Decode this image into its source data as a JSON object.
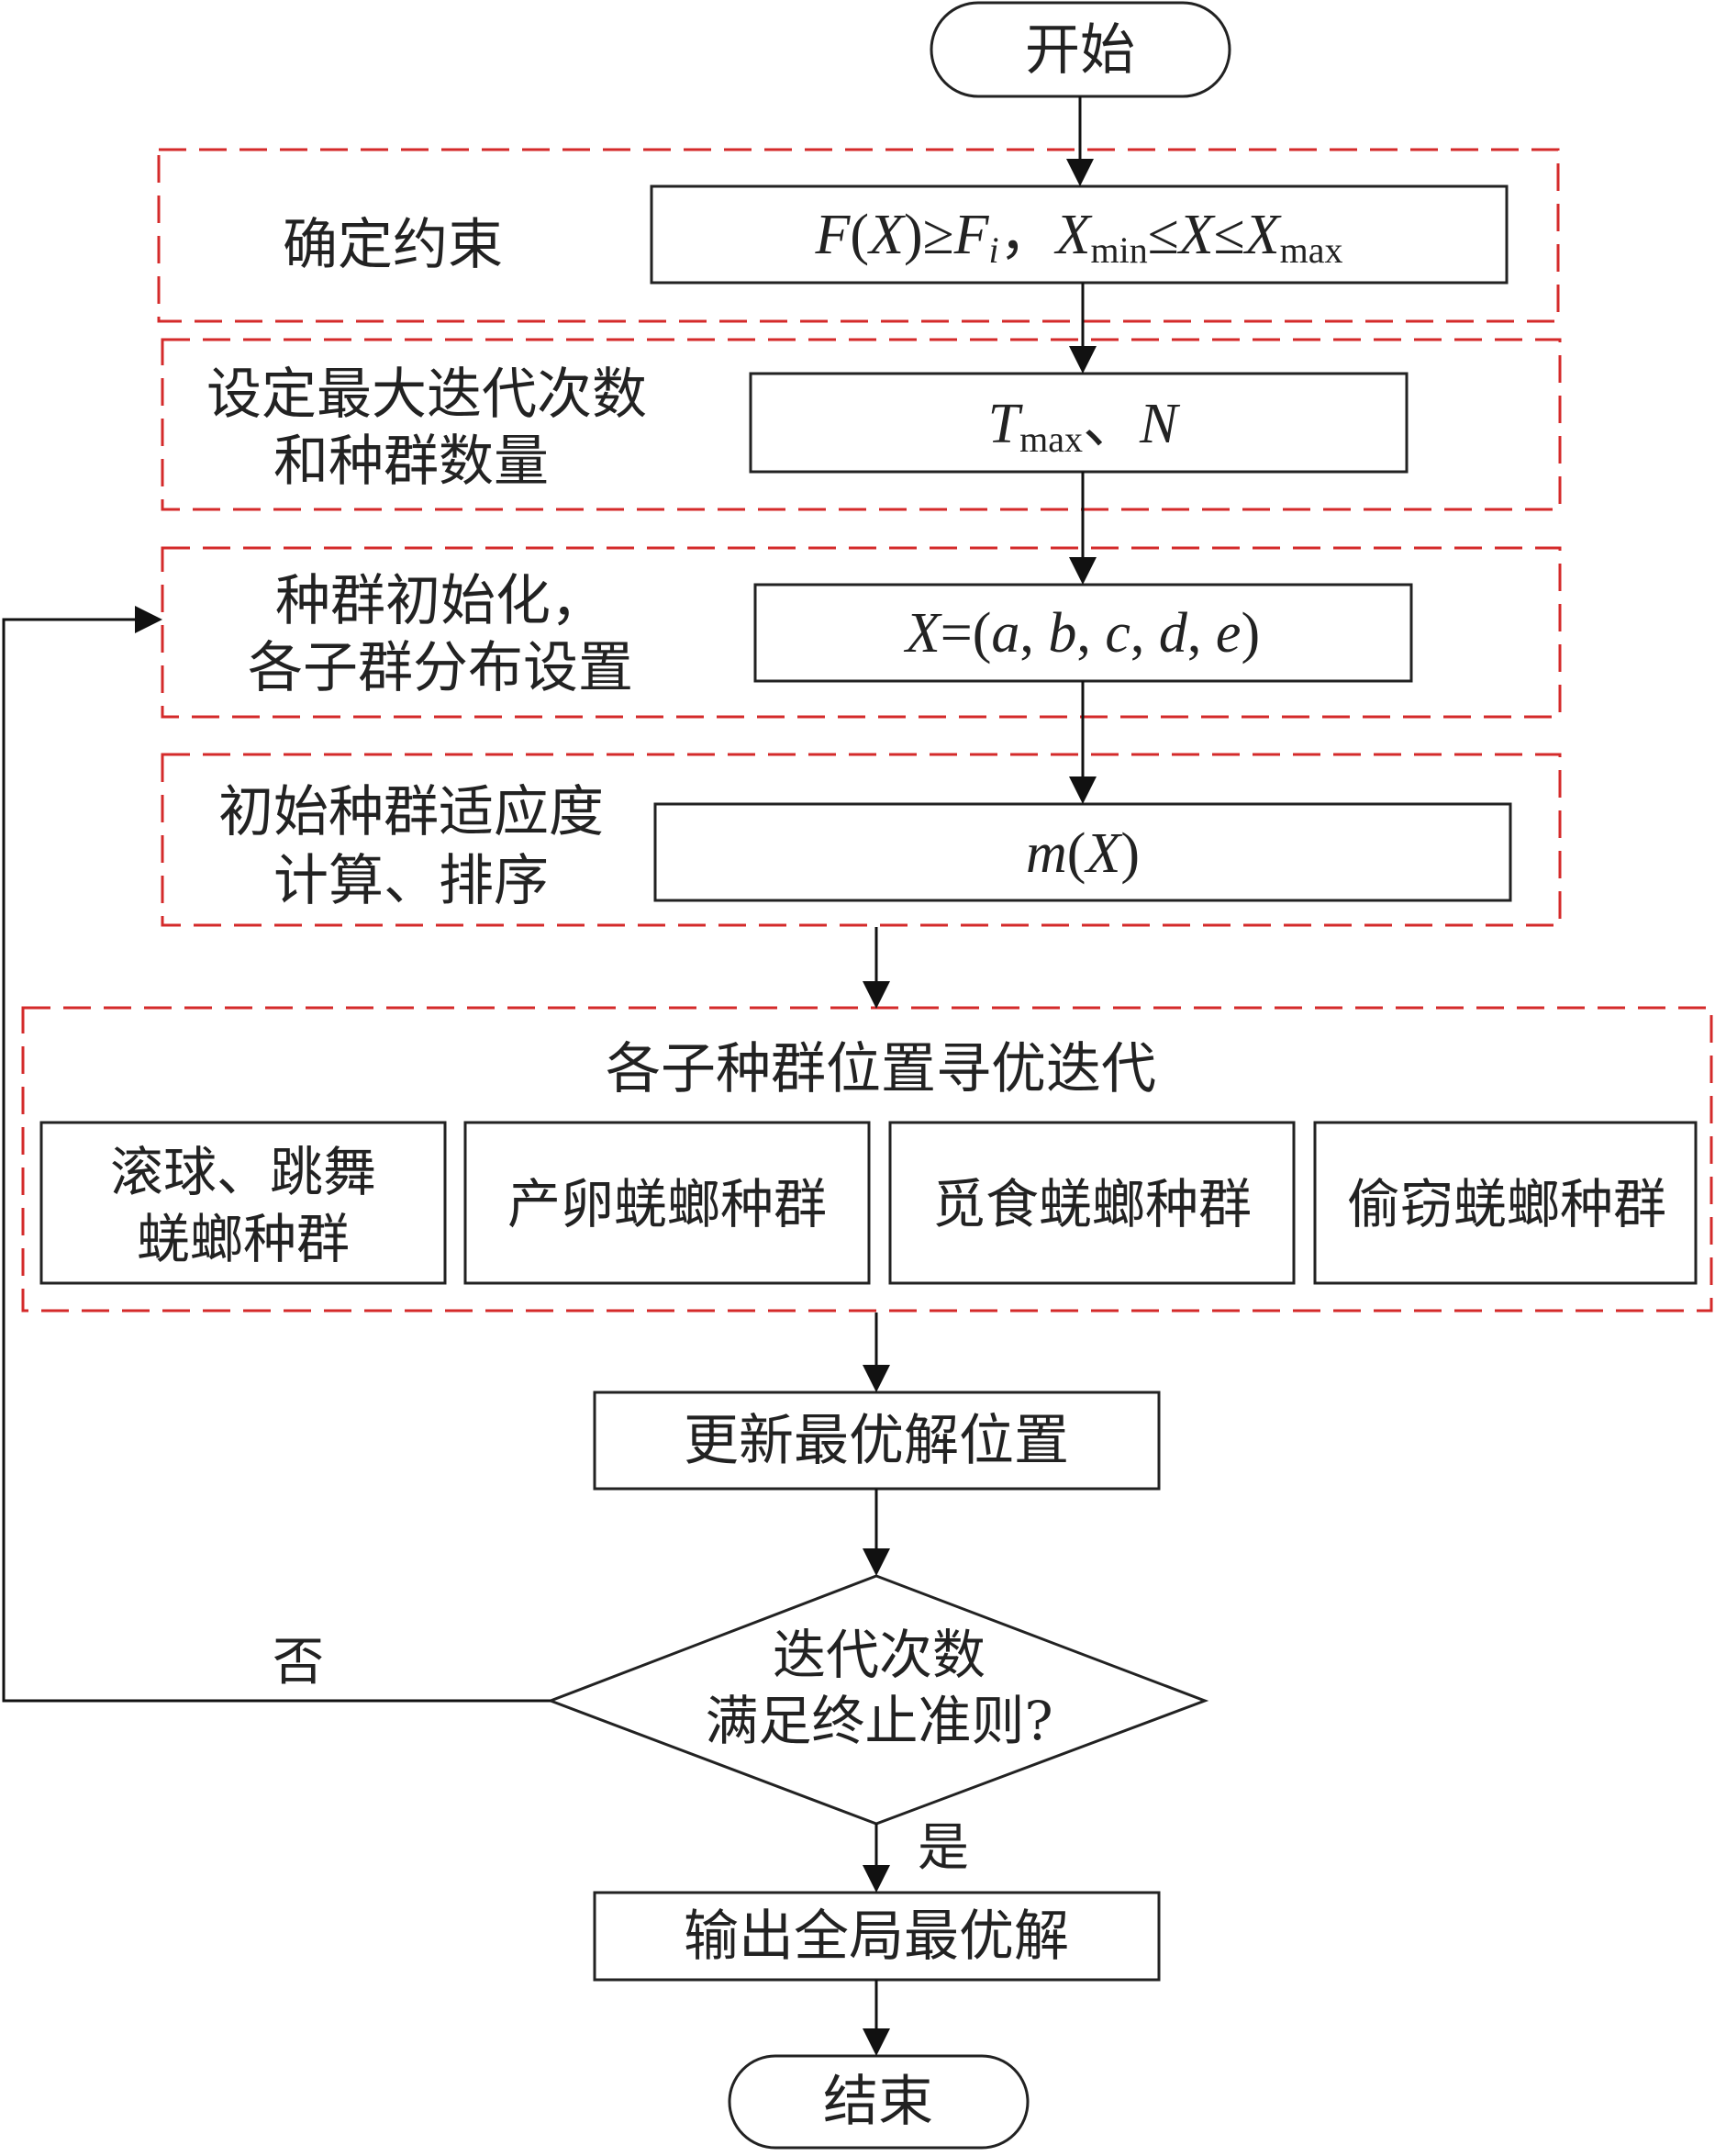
{
  "colors": {
    "dashed_group": "#d42a2a",
    "stroke": "#222222",
    "text": "#222222"
  },
  "start": "开始",
  "end": "结束",
  "step1": {
    "label": "确定约束",
    "formula": "F(X)≥Fi，Xmin≤X≤Xmax"
  },
  "step2": {
    "label_line1": "设定最大迭代次数",
    "label_line2": "和种群数量",
    "formula": "Tmax、N"
  },
  "step3": {
    "label_line1": "种群初始化，",
    "label_line2": "各子群分布设置",
    "formula": "X=(a, b, c, d, e)"
  },
  "step4": {
    "label_line1": "初始种群适应度",
    "label_line2": "计算、排序",
    "formula": "m(X)"
  },
  "iteration": {
    "title": "各子种群位置寻优迭代",
    "sub1_line1": "滚球、跳舞",
    "sub1_line2": "蜣螂种群",
    "sub2": "产卵蜣螂种群",
    "sub3": "觅食蜣螂种群",
    "sub4": "偷窃蜣螂种群"
  },
  "update": "更新最优解位置",
  "decision": {
    "line1": "迭代次数",
    "line2": "满足终止准则?",
    "no": "否",
    "yes": "是"
  },
  "output": "输出全局最优解"
}
